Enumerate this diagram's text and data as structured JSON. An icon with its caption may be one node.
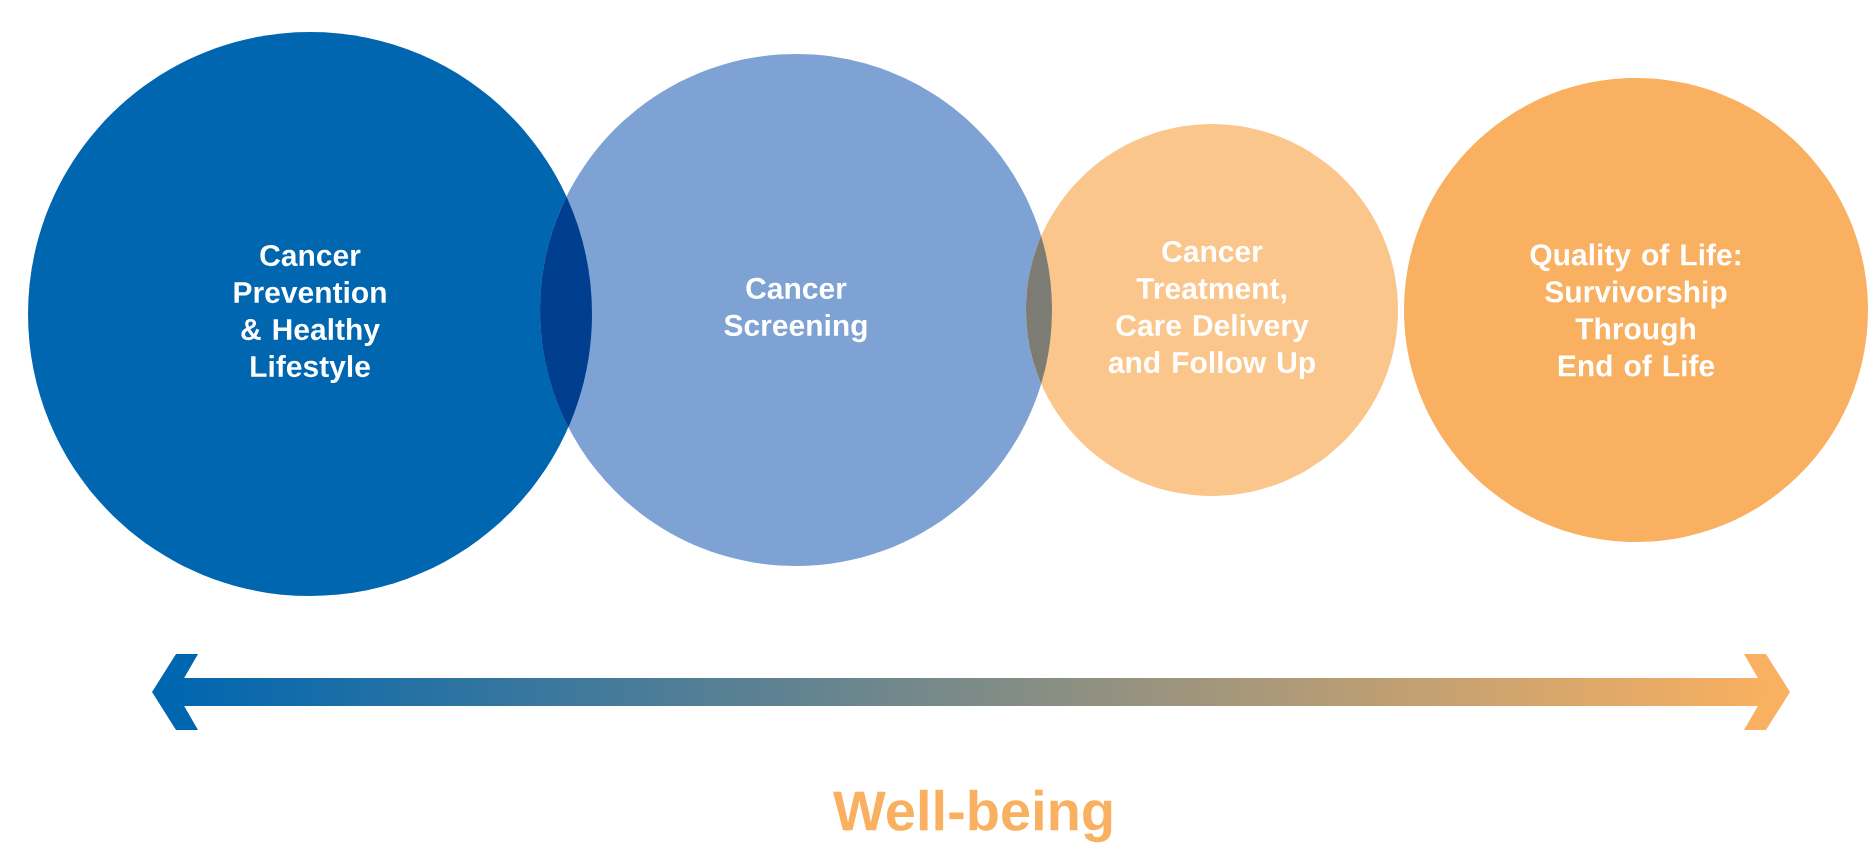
{
  "diagram": {
    "nodes": [
      {
        "text": [
          "Cancer Prevention & Healthy Lifestyle"
        ]
      },
      {
        "text": [
          "Cancer Screening"
        ]
      },
      {
        "text": [
          "Cancer Treatment, Care Delivery and Follow Up"
        ]
      },
      {
        "text": [
          "Quality of Life: Survivorship Through End of Life"
        ]
      }
    ],
    "labels": [
      "Well-being"
    ]
  }
}
